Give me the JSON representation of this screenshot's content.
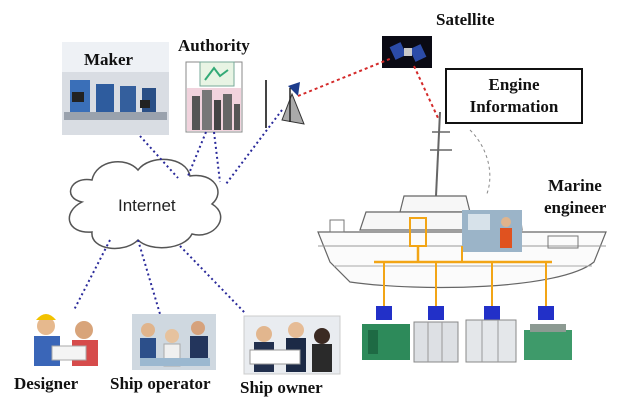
{
  "labels": {
    "maker": "Maker",
    "authority": "Authority",
    "satellite": "Satellite",
    "engine_information_line1": "Engine",
    "engine_information_line2": "Information",
    "marine_engineer_line1": "Marine",
    "marine_engineer_line2": "engineer",
    "internet": "Internet",
    "designer": "Designer",
    "ship_operator": "Ship operator",
    "ship_owner": "Ship owner"
  },
  "colors": {
    "internet_link": "#2a2a9a",
    "satellite_link": "#d42a2a",
    "ship_bus": "#f2a516",
    "engine_module": "#2230c8"
  },
  "icons": [
    "satellite-icon",
    "antenna-mast-icon",
    "cloud-icon",
    "ship-icon",
    "engine-module-icon"
  ]
}
